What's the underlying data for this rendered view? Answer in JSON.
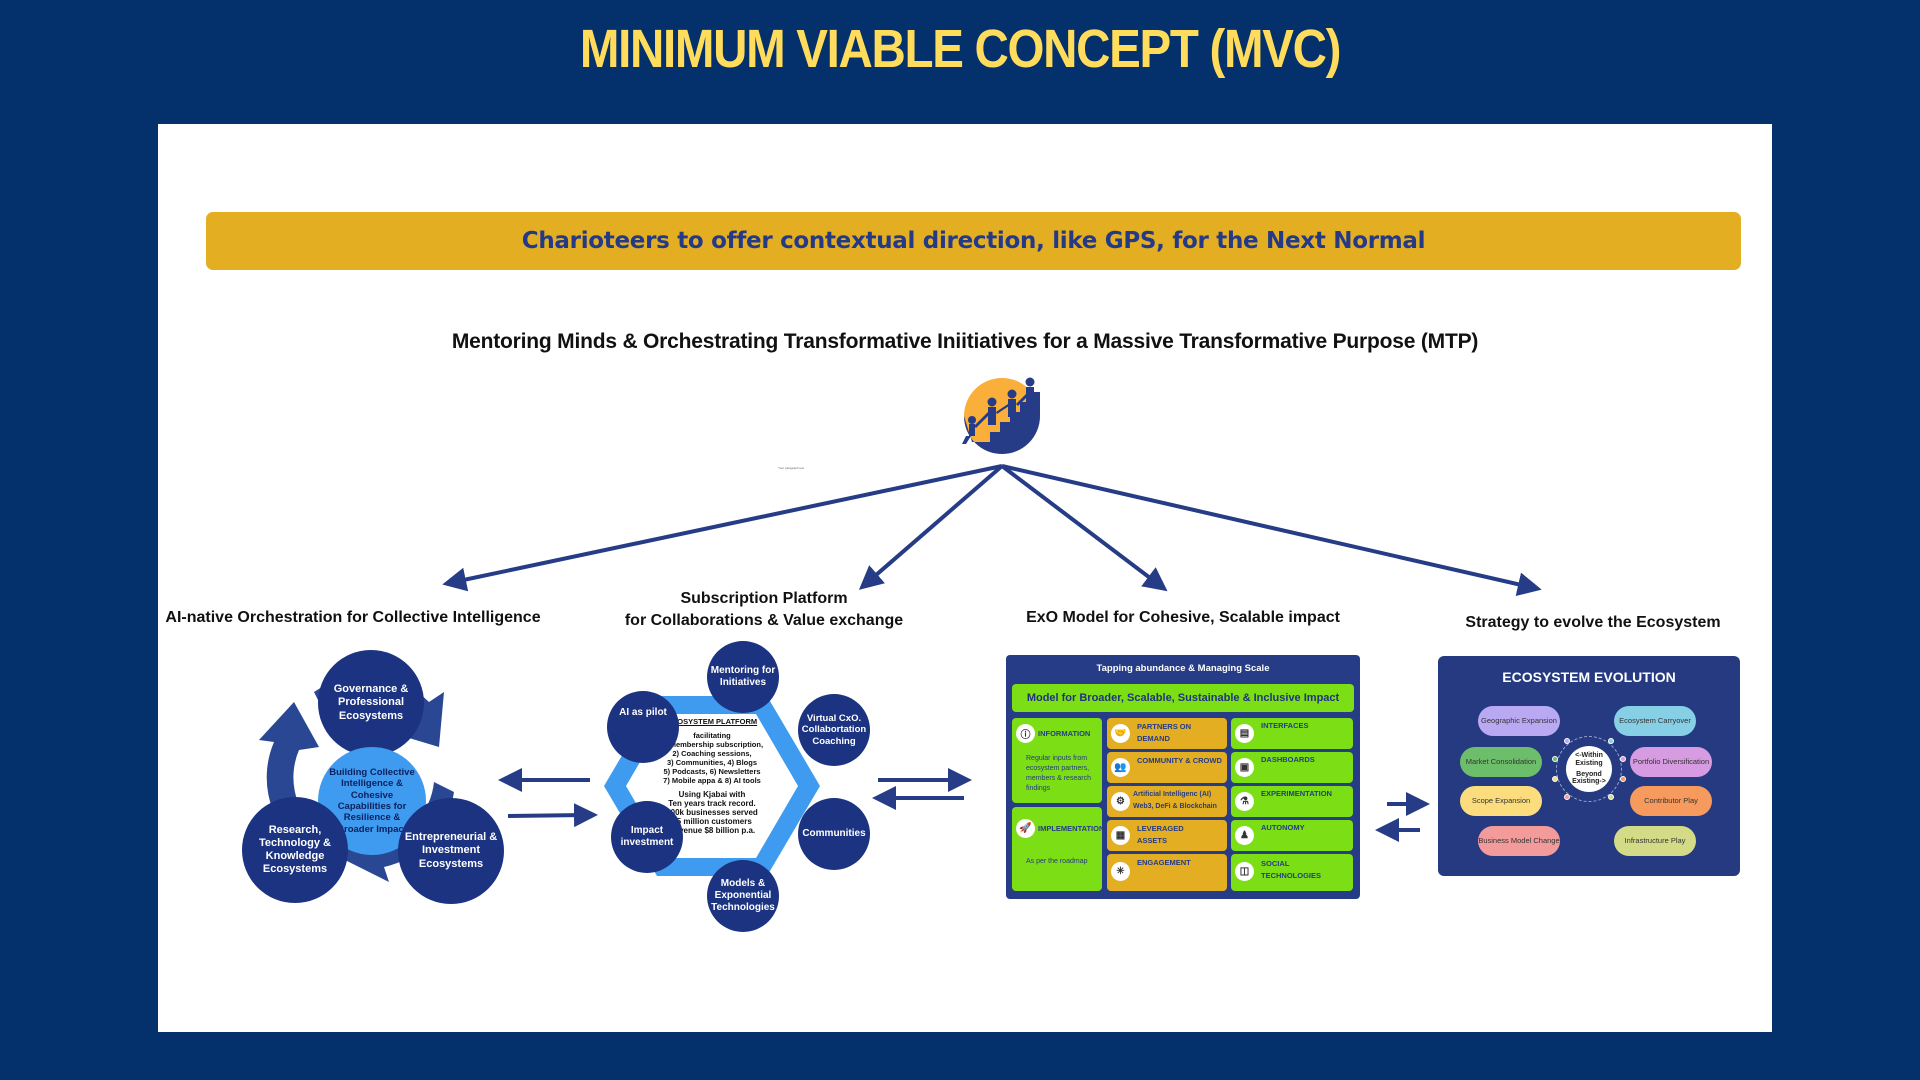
{
  "title": "MINIMUM VIABLE CONCEPT (MVC)",
  "banner": "Charioteers to offer contextual direction, like GPS, for the Next Normal",
  "mtp_heading": "Mentoring Minds & Orchestrating Transformative Iniitiatives for a Massive Transformative Purpose (MTP)",
  "logo_icon": "people-climbing-stairs-logo",
  "placeholder_text": "Your paragraph text",
  "colors": {
    "navy": "#04306B",
    "title_yellow": "#FFDC5B",
    "banner_gold": "#E3AE22",
    "diagram_blue": "#1B3380",
    "light_blue": "#3E9BF0",
    "exo_green": "#7CDE14"
  },
  "sections": [
    {
      "title": "AI-native Orchestration for Collective Intelligence",
      "center": "Building Collective Intelligence & Cohesive Capabilities for Resilience & Broader Impact",
      "nodes": [
        "Governance & Professional Ecosystems",
        "Entrepreneurial & Investment Ecosystems",
        "Research, Technology & Knowledge Ecosystems"
      ]
    },
    {
      "title_line1": "Subscription Platform",
      "title_line2": "for Collaborations & Value exchange",
      "center_heading": "ECOSYSTEM PLATFORM",
      "center_lines": [
        "facilitating",
        "1) Membership subscription,",
        "2) Coaching sessions,",
        "3) Communities, 4) Blogs",
        "5) Podcasts, 6) Newsletters",
        "7) Mobile appa & 8) AI tools"
      ],
      "center_stats": [
        "Using Kjabai with",
        "Ten years track record.",
        "100k businesses served",
        "75 million customers",
        "Revenue $8 billion p.a."
      ],
      "nodes": [
        "Mentoring for Initiatives",
        "Virtual CxO. Collabortation Coaching",
        "Communities",
        "Models & Exponential Technologies",
        "Impact investment",
        "AI as pilot"
      ]
    },
    {
      "title": "ExO Model for Cohesive, Scalable impact",
      "header": "Tapping abundance & Managing Scale",
      "model": "Model for Broader, Scalable, Sustainable & Inclusive Impact",
      "left": [
        {
          "label": "INFORMATION",
          "icon": "info-icon",
          "desc": "Regular inputs from ecosystem partners, members & research findings"
        },
        {
          "label": "IMPLEMENTATION",
          "icon": "rocket-icon",
          "desc": "As per the roadmap"
        }
      ],
      "middle": [
        {
          "label": "PARTNERS ON DEMAND",
          "icon": "handshake-icon"
        },
        {
          "label": "COMMUNITY & CROWD",
          "icon": "people-icon"
        },
        {
          "label": "Artificial Intelligenc (AI) Web3, DeFi & Blockchain",
          "icon": "ai-chip-icon"
        },
        {
          "label": "LEVERAGED ASSETS",
          "icon": "assets-icon"
        },
        {
          "label": "ENGAGEMENT",
          "icon": "engagement-icon"
        }
      ],
      "right": [
        {
          "label": "INTERFACES",
          "icon": "interface-icon"
        },
        {
          "label": "DASHBOARDS",
          "icon": "dashboard-icon"
        },
        {
          "label": "EXPERIMENTATION",
          "icon": "experiment-icon"
        },
        {
          "label": "AUTONOMY",
          "icon": "team-icon"
        },
        {
          "label": "SOCIAL TECHNOLOGIES",
          "icon": "social-icon"
        }
      ]
    },
    {
      "title": "Strategy to evolve the Ecosystem",
      "header": "ECOSYSTEM EVOLUTION",
      "center_top": "<-Within Existing",
      "center_bottom": "Beyond Existing->",
      "left": [
        {
          "label": "Geographic Expansion",
          "color": "#B9A9F2"
        },
        {
          "label": "Market Consolidation",
          "color": "#6DBE6A"
        },
        {
          "label": "Scope Expansion",
          "color": "#FBDD7E"
        },
        {
          "label": "Business Model Change",
          "color": "#F39A9A"
        }
      ],
      "right": [
        {
          "label": "Ecosystem Carryover",
          "color": "#86CFE4"
        },
        {
          "label": "Portfolio Diversification",
          "color": "#D69BE0"
        },
        {
          "label": "Contributor Play",
          "color": "#F79A5E"
        },
        {
          "label": "Infrastructure Play",
          "color": "#D4DB86"
        }
      ]
    }
  ]
}
